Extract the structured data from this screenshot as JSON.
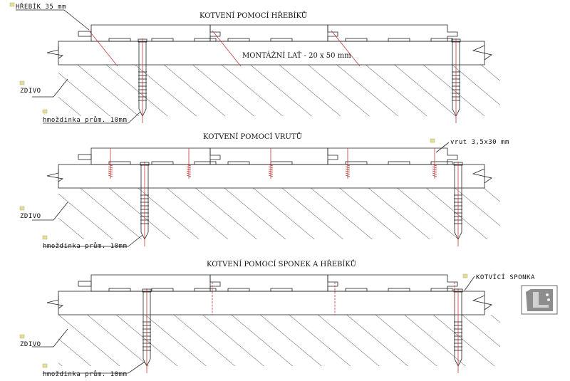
{
  "sections": [
    {
      "title": "KOTVENÍ POMOCÍ HŘEBÍKŮ",
      "fastener_label": "HŘEBÍK 35 mm",
      "batten_label": "MONTÁŽNÍ LAŤ - 20 x 50 mm",
      "wall_label": "ZDIVO",
      "dowel_label": "hmoždinka prům. 10mm"
    },
    {
      "title": "KOTVENÍ POMOCÍ VRUTŮ",
      "fastener_label": "vrut 3,5x30 mm",
      "wall_label": "ZDIVO",
      "dowel_label": "hmoždinka prům. 10mm"
    },
    {
      "title": "KOTVENÍ POMOCÍ SPONEK A HŘEBÍKŮ",
      "fastener_label": "KOTVÍCÍ SPONKA",
      "wall_label": "ZDIVO",
      "dowel_label": "hmoždinka prům. 10mm"
    }
  ],
  "colors": {
    "line": "#222222",
    "fastener": "#c0393b",
    "note_icon": "#e6e08a"
  }
}
